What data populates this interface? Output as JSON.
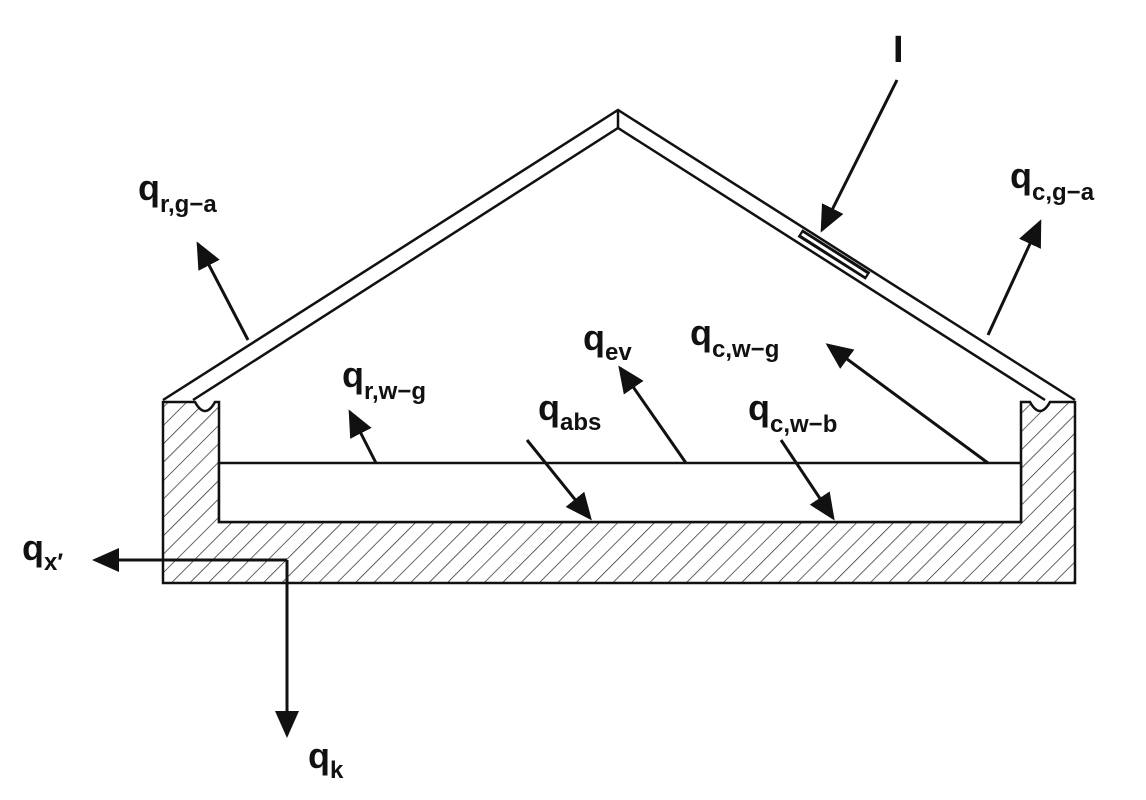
{
  "labels": {
    "q_r_g_a": {
      "main": "q",
      "sub": "r,g−a"
    },
    "q_c_g_a": {
      "main": "q",
      "sub": "c,g−a"
    },
    "incident": {
      "main": "I"
    },
    "q_ev": {
      "main": "q",
      "sub": "ev"
    },
    "q_c_w_g": {
      "main": "q",
      "sub": "c,w−g"
    },
    "q_r_w_g": {
      "main": "q",
      "sub": "r,w−g"
    },
    "q_abs": {
      "main": "q",
      "sub": "abs"
    },
    "q_c_w_b": {
      "main": "q",
      "sub": "c,w−b"
    },
    "q_x": {
      "main": "q",
      "sub": "x′"
    },
    "q_k": {
      "main": "q",
      "sub": "k"
    }
  }
}
